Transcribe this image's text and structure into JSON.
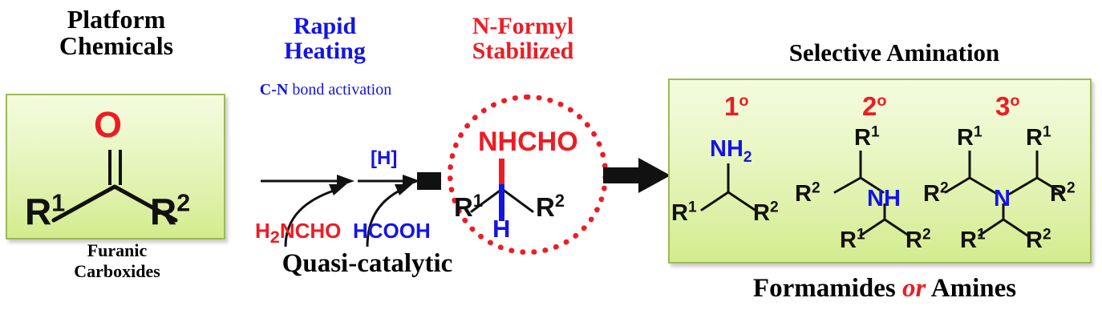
{
  "headings": {
    "platform_chemicals": "Platform\nChemicals",
    "rapid_heating_line1": "Rapid",
    "rapid_heating_line2": "Heating",
    "cn_bond_prefix": "C-N",
    "cn_bond_rest": " bond activation",
    "nformyl_line1": "N-Formyl",
    "nformyl_line2": "Stabilized",
    "selective_amination": "Selective Amination",
    "quasi_catalytic": "Quasi-catalytic",
    "formamides_pre": "Formamides ",
    "formamides_or": "or",
    "formamides_post": " Amines",
    "furanic_caption": "Furanic\nCarboxides"
  },
  "reactant": {
    "carbonyl_oxygen": "O",
    "r1": "R",
    "r1_sup": "1",
    "r2": "R",
    "r2_sup": "2"
  },
  "reaction": {
    "reagent_amide": "H",
    "reagent_amide_sub": "2",
    "reagent_amide_rest": "NCHO",
    "reagent_acid": "HCOOH",
    "hydride_label": "[H]"
  },
  "intermediate": {
    "nhcho": "NHCHO",
    "h": "H",
    "r1": "R",
    "r1_sup": "1",
    "r2": "R",
    "r2_sup": "2"
  },
  "products": {
    "primary": {
      "degree": "1",
      "degree_sup": "o",
      "amine": "NH",
      "amine_sub": "2",
      "r1": "R",
      "r1_sup": "1",
      "r2": "R",
      "r2_sup": "2"
    },
    "secondary": {
      "degree": "2",
      "degree_sup": "o",
      "amine": "NH",
      "top_r1": "R",
      "top_r1_sup": "1",
      "top_r2": "R",
      "top_r2_sup": "2",
      "bot_r1": "R",
      "bot_r1_sup": "1",
      "bot_r2": "R",
      "bot_r2_sup": "2"
    },
    "tertiary": {
      "degree": "3",
      "degree_sup": "o",
      "amine": "N",
      "ul_r1": "R",
      "ul_r1_sup": "1",
      "ul_r2": "R",
      "ul_r2_sup": "2",
      "ur_r1": "R",
      "ur_r1_sup": "1",
      "ur_r2": "R",
      "ur_r2_sup": "2",
      "bl_r1": "R",
      "bl_r1_sup": "1",
      "br_r2": "R",
      "br_r2_sup": "2"
    }
  },
  "colors": {
    "red": "#ED1C24",
    "blue": "#1414E6",
    "black": "#111111",
    "box_border": "#9BBA55",
    "box_fill_top": "#F4FBDF",
    "box_fill_bottom": "#D3EC8E"
  },
  "icons": {
    "reaction_arrow_1": "reaction-arrow-icon",
    "reaction_arrow_2": "reaction-arrow-icon",
    "curved_feed_arrow": "curved-arrow-icon",
    "block_arrow": "block-arrow-icon",
    "dotted_circle": "dotted-circle-highlight-icon"
  }
}
